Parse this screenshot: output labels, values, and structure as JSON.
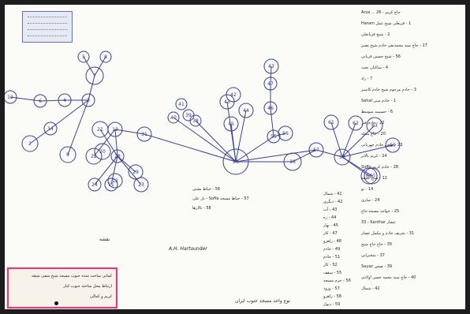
{
  "nodes": [
    {
      "label": "5"
    },
    {
      "label": "8"
    },
    {
      "label": "7"
    },
    {
      "label": "12"
    },
    {
      "label": "6"
    },
    {
      "label": "4"
    },
    {
      "label": "3"
    },
    {
      "label": "14"
    },
    {
      "label": "2"
    },
    {
      "label": "9"
    },
    {
      "label": "22"
    },
    {
      "label": "13"
    },
    {
      "label": "21"
    },
    {
      "label": "20"
    },
    {
      "label": "28"
    },
    {
      "label": "24"
    },
    {
      "label": "11"
    },
    {
      "label": "12"
    },
    {
      "label": "29"
    },
    {
      "label": "23"
    },
    {
      "label": "31"
    },
    {
      "label": "41"
    },
    {
      "label": "39"
    },
    {
      "label": "40"
    },
    {
      "label": "38"
    },
    {
      "label": "43"
    },
    {
      "label": "42"
    },
    {
      "label": "44"
    },
    {
      "label": "45"
    },
    {
      "label": "26"
    },
    {
      "label": "43"
    },
    {
      "label": "47"
    },
    {
      "label": "46"
    },
    {
      "label": "55"
    },
    {
      "label": "56"
    },
    {
      "label": "36"
    },
    {
      "label": "57"
    },
    {
      "label": "61"
    },
    {
      "label": "62"
    },
    {
      "label": "63"
    },
    {
      "label": "58"
    },
    {
      "label": "60"
    },
    {
      "label": "59"
    },
    {
      "label": "60"
    }
  ],
  "legend_right": [
    {
      "text": "Arsa ... حاج کریم - 26"
    },
    {
      "text": "1 - قربعلی شیخ عمل Haram"
    },
    {
      "text": "2 - شیخ قربانعلی"
    },
    {
      "text": "17 - حاج سید محمدتقی خادم شیخ نصیر"
    },
    {
      "text": "56 - شیخ حسین قربانی"
    },
    {
      "text": "4 - ساکنان تحت"
    },
    {
      "text": "7 - زاد"
    },
    {
      "text": "3 - خادم مرحوم شیخ خادم کامبیز"
    },
    {
      "text": "1 - خادم منبر Sahat"
    },
    {
      "text": "6 - حسینیه متوسط"
    },
    {
      "text": "22 - خادم قبر"
    },
    {
      "text": "20 - حاج محله"
    },
    {
      "text": "23 - صحن خادم چهریانی"
    },
    {
      "text": "24 - کریم بالاتر"
    },
    {
      "text": "28 - خادم کریم Soffa"
    },
    {
      "text": "12 - شیخ جمعه"
    },
    {
      "text": "14 - نو"
    },
    {
      "text": "24 - ساری"
    },
    {
      "text": "25 - خواجه مسجد حاج"
    },
    {
      "text": "33 - Kanthar عشار"
    },
    {
      "text": "31 - شریف خادم و مکمل عشار"
    },
    {
      "text": "35 - حاج حاج شیخ"
    },
    {
      "text": "37 - سخنرانی"
    },
    {
      "text": "39 - صحن Sayaz"
    },
    {
      "text": "40 - حاج سید محمد حسن اولادی"
    },
    {
      "text": "42 - شمال"
    }
  ],
  "legend_middle": [
    {
      "text": "41 - شمال"
    },
    {
      "text": "42 - دیگری"
    },
    {
      "text": "43 - آب"
    },
    {
      "text": "44 - ره"
    },
    {
      "text": "45 - نهار"
    },
    {
      "text": "47 - کار"
    },
    {
      "text": "48 - راهرو"
    },
    {
      "text": "49 - خادم"
    },
    {
      "text": "51 - خادم"
    },
    {
      "text": "52 - کار"
    },
    {
      "text": "55 - سقف"
    },
    {
      "text": "56 - حرم مسجد"
    },
    {
      "text": "57 - ورود"
    },
    {
      "text": "58 - راهرو"
    },
    {
      "text": "59 - دیوار"
    }
  ],
  "legend_centre": [
    {
      "text": "56 - حیاط نشتی"
    },
    {
      "text": "57 - حیاط مسجد Soffa - یار علی"
    },
    {
      "text": "58 - تالارها"
    }
  ],
  "signature": {
    "text": "A.H. Hartounder"
  },
  "annotation_text": "نقشه",
  "footer_note": "نوع واحد مسجد جنوب ایران",
  "note_box": [
    {
      "text": "کمانی ساخت شده جنوب مسجد شیخ سفی شیعه"
    },
    {
      "text": "ارتباط محل ساخته جنوب کنار"
    },
    {
      "text": "کریم و کمالی"
    }
  ],
  "stamp": {
    "text": "قسمت ساختمانی"
  }
}
